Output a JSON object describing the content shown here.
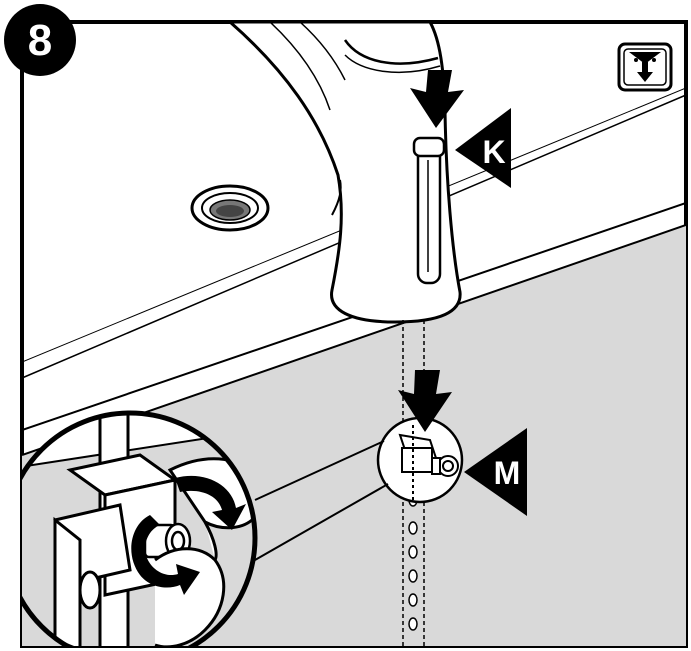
{
  "step": {
    "number": "8"
  },
  "callouts": {
    "k": {
      "label": "K"
    },
    "m": {
      "label": "M"
    }
  },
  "icons": {
    "corner": "under-sink-install-icon"
  },
  "colors": {
    "outline": "#000000",
    "counter_shade": "#d9d9d9",
    "background": "#ffffff"
  }
}
